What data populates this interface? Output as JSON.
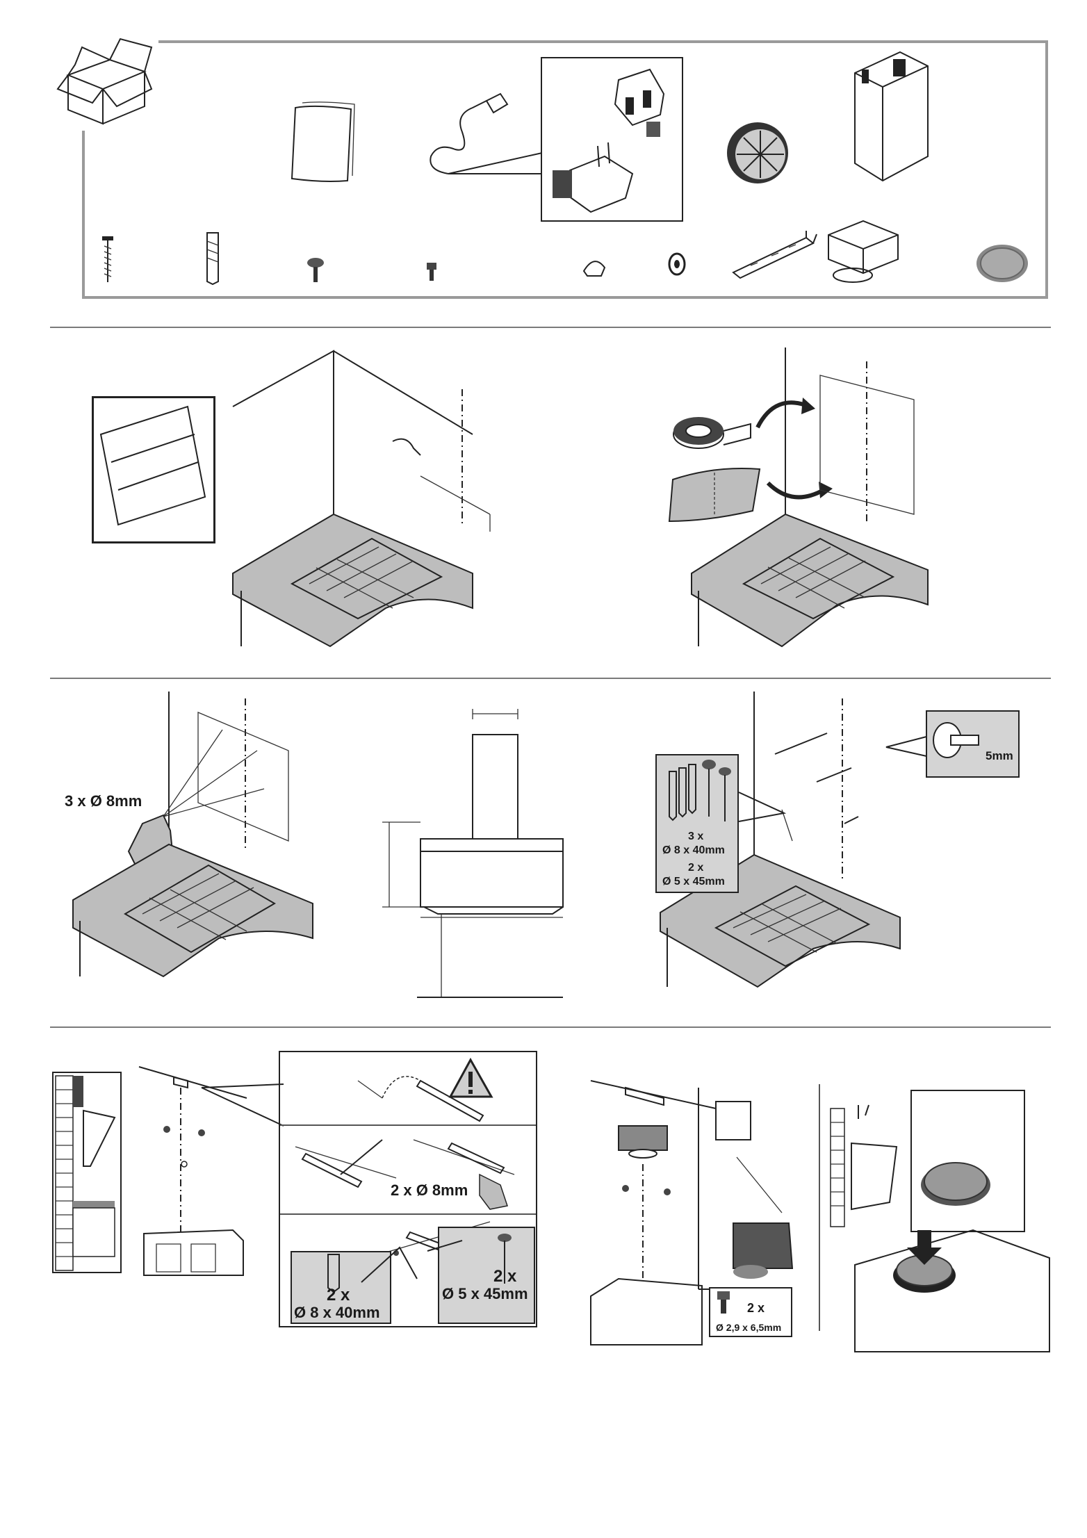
{
  "step2": {
    "tape_label": "",
    "drill_label": "3 x Ø 8mm",
    "plug_screw_counts": [
      "3 x",
      "Ø 8 x 40mm",
      "2 x",
      "Ø 5 x 45mm"
    ],
    "gap_label": "5mm"
  },
  "step3": {
    "drill_label": "2 x Ø 8mm",
    "plug_count": "2 x",
    "plug_size": "Ø 8 x 40mm",
    "screw_count": "2 x",
    "screw_size": "Ø 5 x 45mm",
    "small_screw_count": "2 x",
    "small_screw_size": "Ø 2,9 x 6,5mm"
  }
}
